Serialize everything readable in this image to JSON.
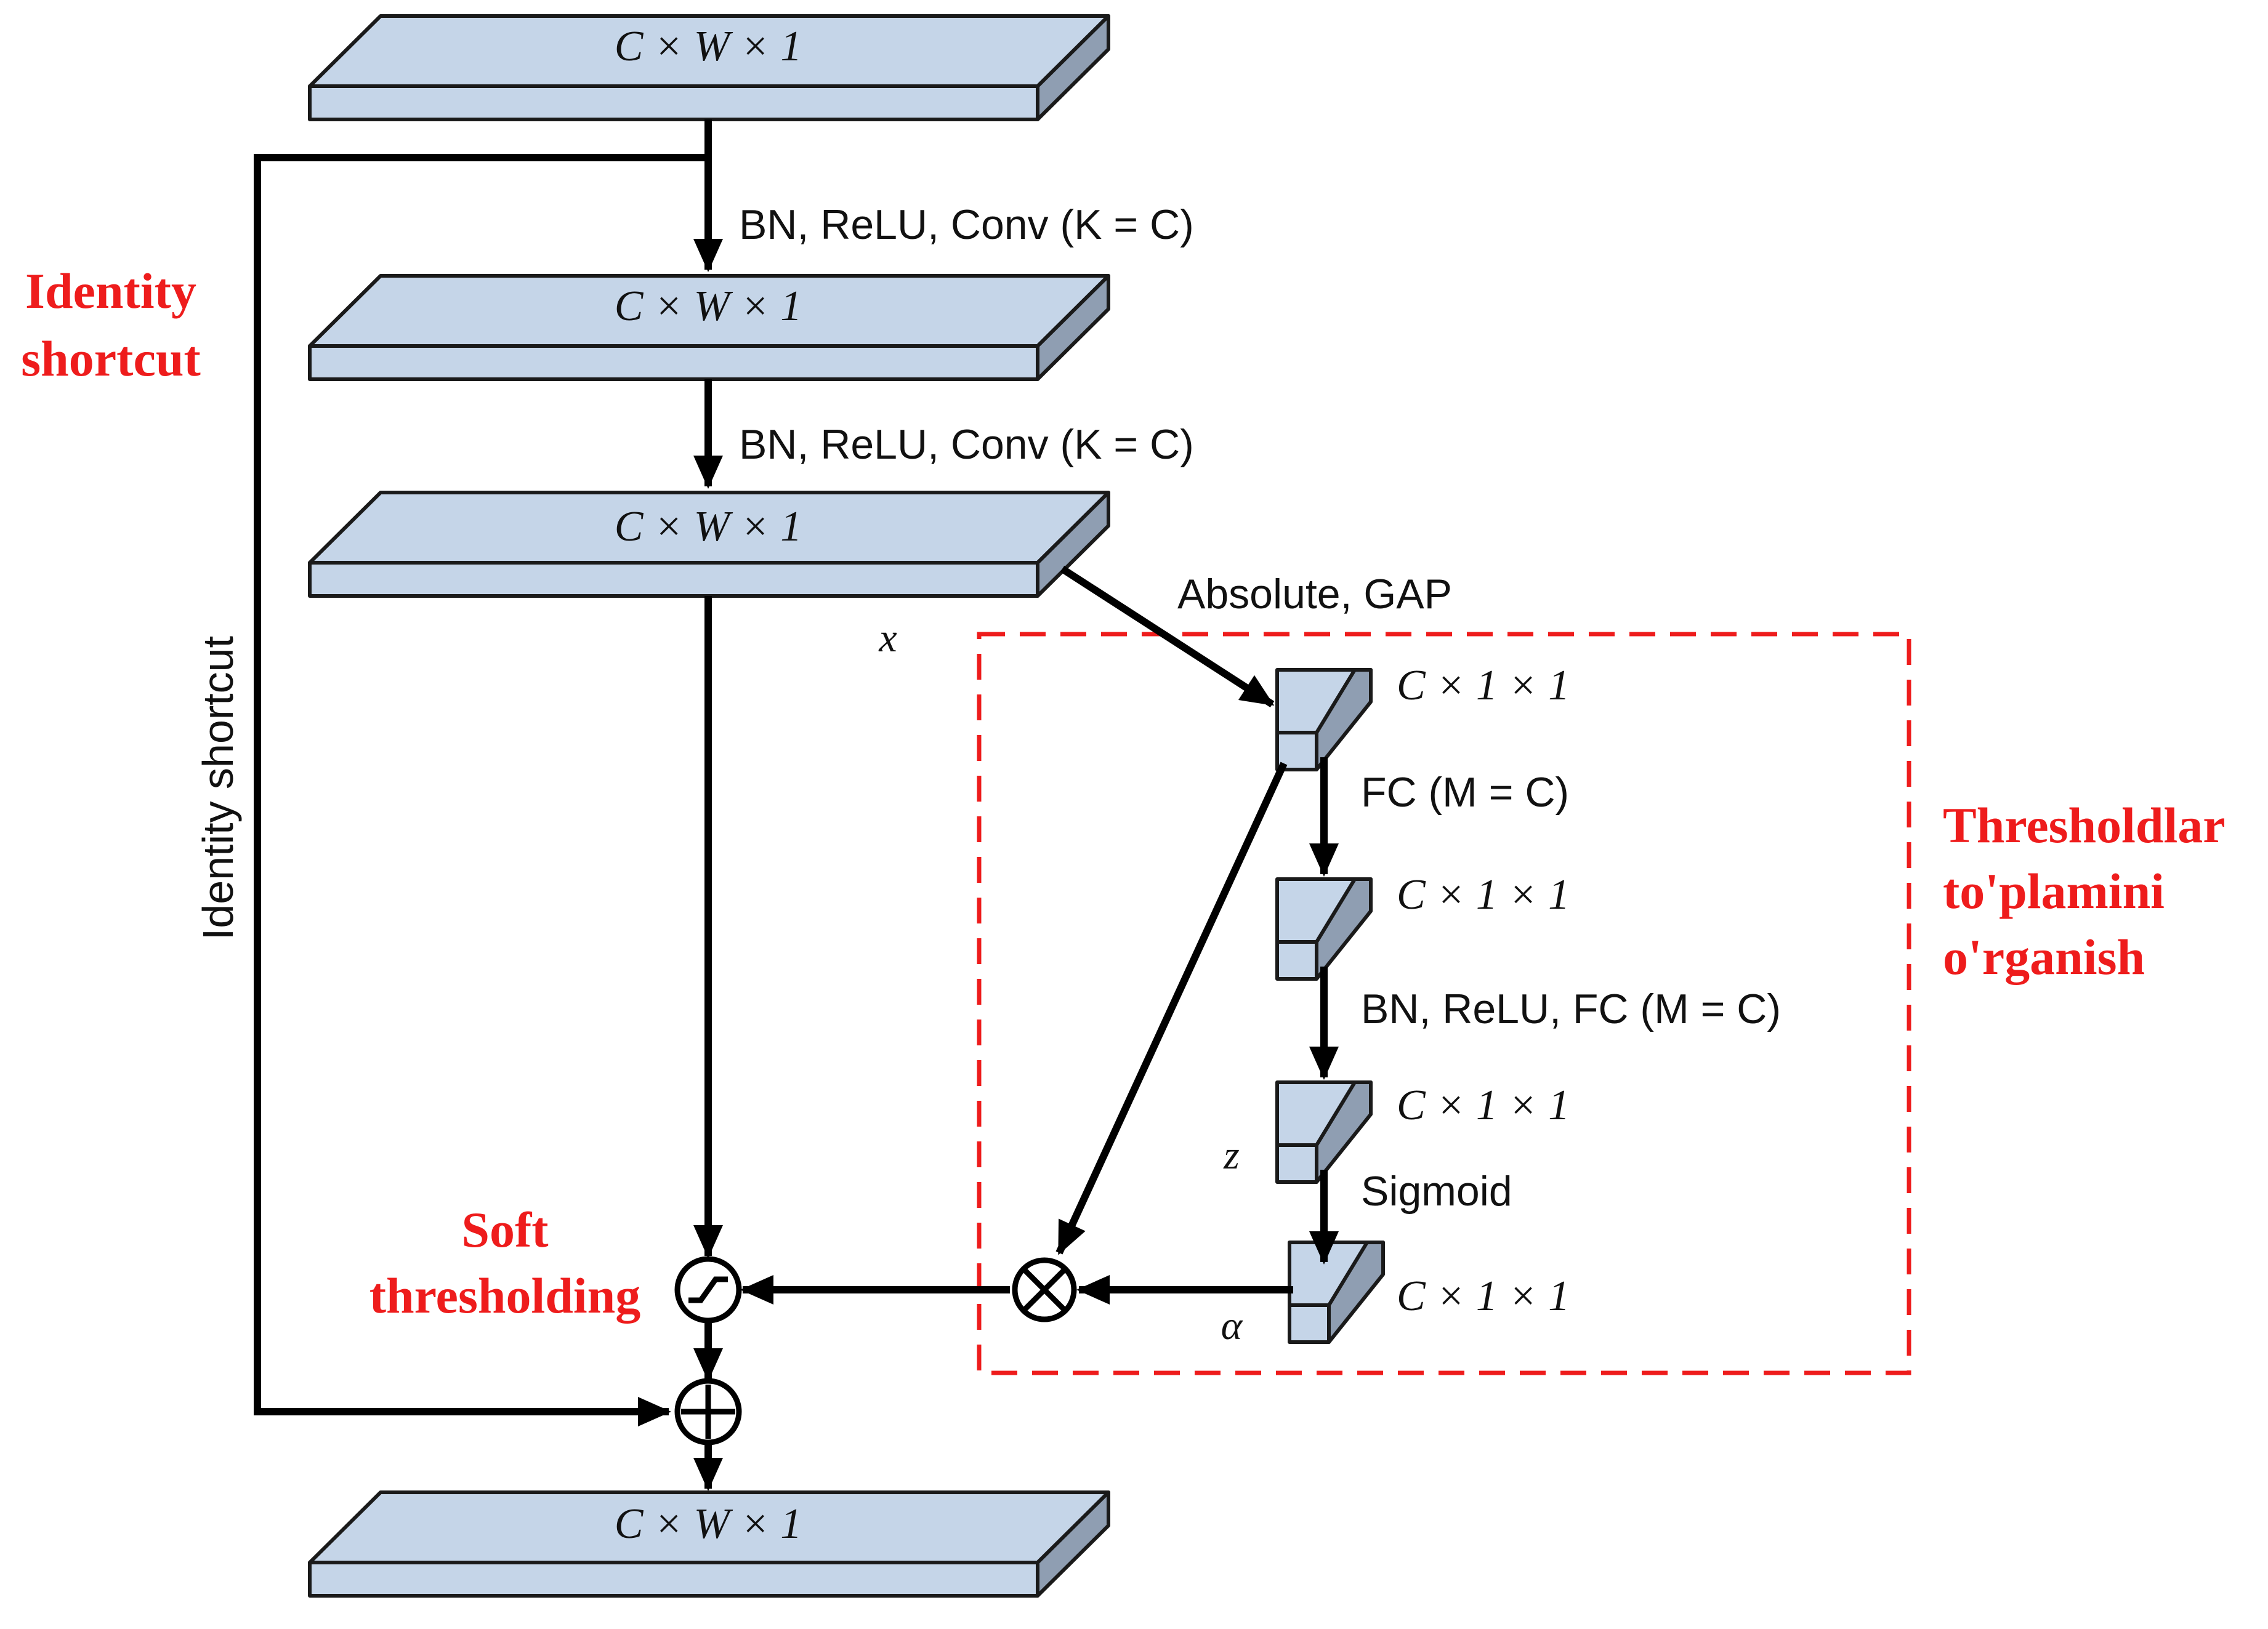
{
  "colors": {
    "block_face": "#c5d5e8",
    "block_edge": "#1a1a1a",
    "line": "#000000",
    "annotation": "#ee1c1c"
  },
  "blocks": {
    "input": "C × W × 1",
    "conv1_out": "C × W × 1",
    "conv2_out": "C × W × 1",
    "output": "C × W × 1"
  },
  "ops": {
    "conv1": "BN, ReLU, Conv (K = C)",
    "conv2": "BN, ReLU, Conv (K = C)",
    "abs_gap": "Absolute, GAP",
    "fc1": "FC (M = C)",
    "fc2": "BN, ReLU, FC (M = C)",
    "sigmoid": "Sigmoid"
  },
  "threshold_blocks": {
    "gap_out": "C × 1 × 1",
    "fc1_out": "C × 1 × 1",
    "fc2_out": "C × 1 × 1",
    "sigmoid_out": "C × 1 × 1"
  },
  "symbols": {
    "x": "x",
    "z": "z",
    "alpha": "α",
    "multiply": "multiply-node",
    "add": "add-node",
    "soft_threshold": "soft-threshold-node"
  },
  "shortcut_label": "Identity shortcut",
  "annotations": {
    "identity_shortcut": [
      "Identity",
      "shortcut"
    ],
    "soft_thresholding": [
      "Soft",
      "thresholding"
    ],
    "threshold_module": [
      "Thresholdlar",
      "to'plamini",
      "o'rganish"
    ]
  }
}
